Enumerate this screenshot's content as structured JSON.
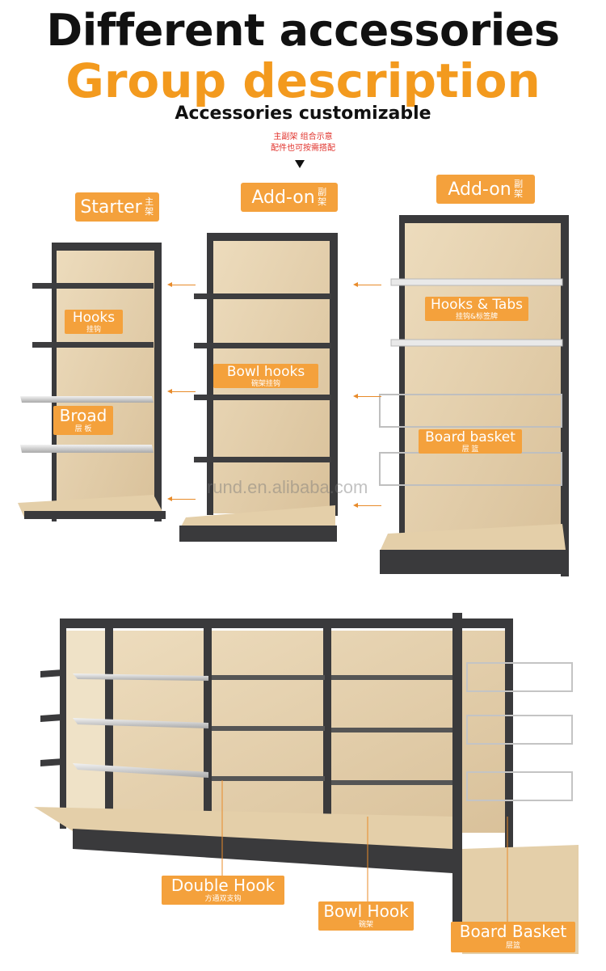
{
  "header": {
    "title": "Different accessories",
    "subtitle": "Group description",
    "tagline": "Accessories customizable",
    "note_line1": "主副架 组合示意",
    "note_line2": "配件也可按需搭配"
  },
  "units": [
    {
      "title_en": "Starter",
      "title_zh": "主架"
    },
    {
      "title_en": "Add-on",
      "title_zh": "副架"
    },
    {
      "title_en": "Add-on",
      "title_zh": "副架"
    }
  ],
  "labels": {
    "hooks_en": "Hooks",
    "hooks_zh": "挂钩",
    "broad_en": "Broad",
    "broad_zh": "层 板",
    "bowl_hooks_en": "Bowl hooks",
    "bowl_hooks_zh": "碗架挂钩",
    "hooks_tabs_en": "Hooks & Tabs",
    "hooks_tabs_zh": "挂钩&标签牌",
    "board_basket_en": "Board basket",
    "board_basket_zh": "层 篮",
    "double_hook_en": "Double Hook",
    "double_hook_zh": "方通双支钩",
    "bowl_hook_en": "Bowl Hook",
    "bowl_hook_zh": "碗架",
    "board_basket2_en": "Board Basket",
    "board_basket2_zh": "层篮"
  },
  "watermark": "rund.en.alibaba.com",
  "colors": {
    "accent": "#f39a1e",
    "tag": "#f4a13c",
    "frame": "#3a3a3c",
    "wood": "#e6d2b0"
  }
}
